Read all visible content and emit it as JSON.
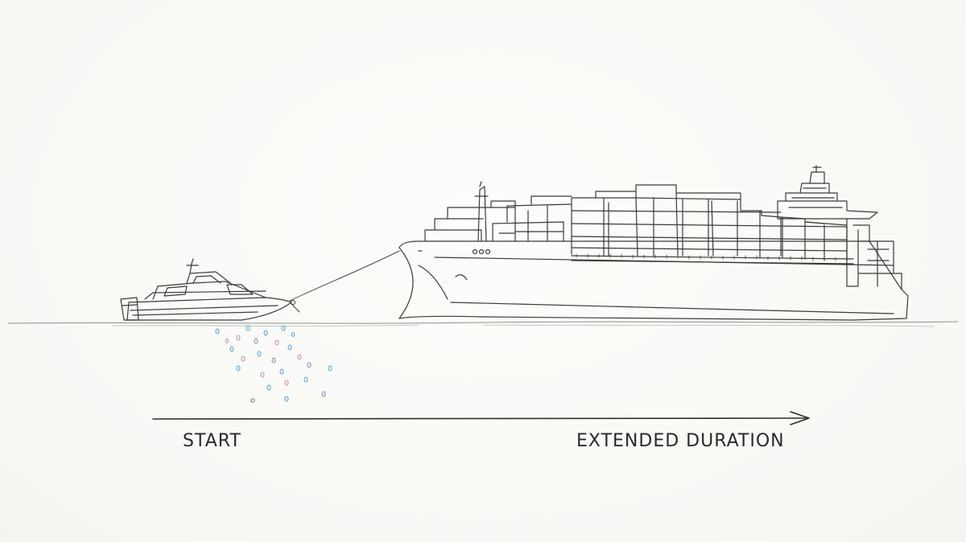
{
  "timeline": {
    "start_label": "START",
    "end_label": "EXTENDED DURATION"
  },
  "icons": {
    "small_boat": "motorboat-sketch",
    "large_ship": "container-ship-sketch",
    "arrow": "arrow-right-icon"
  },
  "colors": {
    "ink": "#3a3a3a",
    "paper": "#fbfbf9",
    "droplet_blue": "#5aa9d6",
    "droplet_pink": "#d98aa8",
    "droplet_purple": "#8e86c9"
  }
}
